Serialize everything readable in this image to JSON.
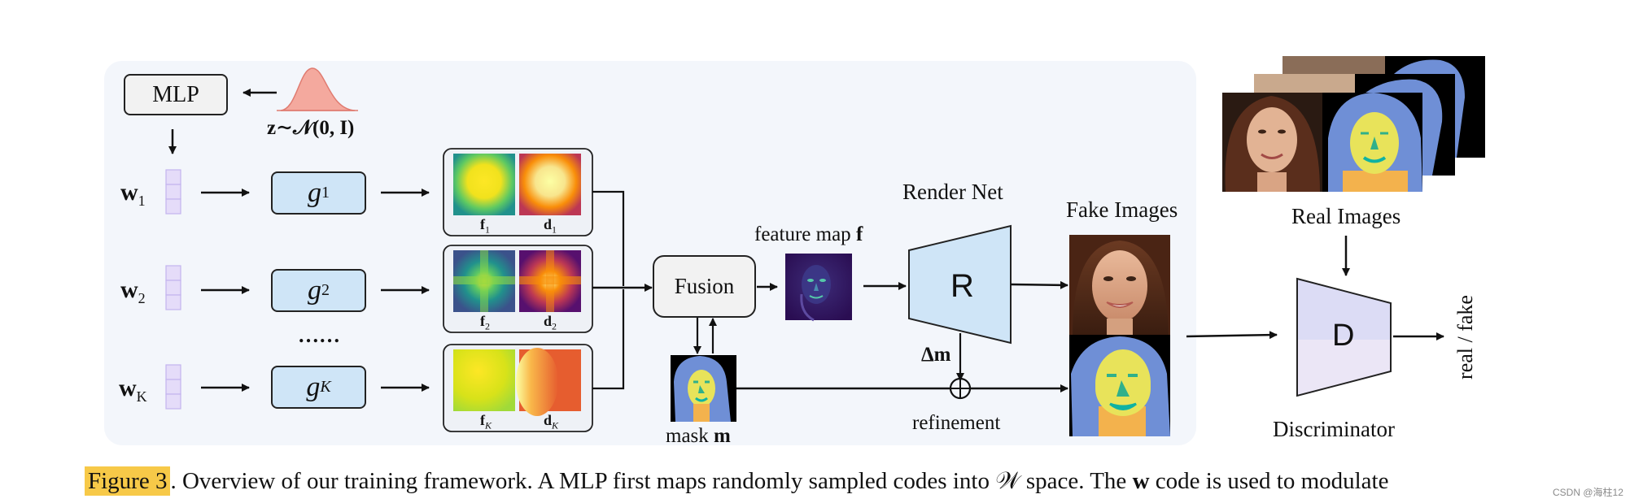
{
  "diagram": {
    "mlp_label": "MLP",
    "z_label": "z∼𝒩(0, I)",
    "w_labels": [
      "w",
      "w",
      "w"
    ],
    "w_subs": [
      "1",
      "2",
      "K"
    ],
    "g_labels": [
      "g",
      "g",
      "g"
    ],
    "g_subs": [
      "1",
      "2",
      "K"
    ],
    "dots": "……",
    "f_labels": [
      "f",
      "f",
      "f"
    ],
    "f_subs": [
      "1",
      "2",
      "K"
    ],
    "d_labels": [
      "d",
      "d",
      "d"
    ],
    "d_subs": [
      "1",
      "2",
      "K"
    ],
    "fusion_label": "Fusion",
    "feature_map_label": "feature map",
    "feature_map_symbol": "f",
    "mask_label": "mask",
    "mask_symbol": "m",
    "render_net_label": "Render Net",
    "render_R": "R",
    "delta_m": "Δm",
    "refinement_label": "refinement",
    "fake_images_label": "Fake Images",
    "real_images_label": "Real Images",
    "discriminator_label": "Discriminator",
    "discriminator_D": "D",
    "output_label": "real / fake"
  },
  "caption": {
    "figure_label": "Figure 3",
    "text": ". Overview of our training framework. A MLP first maps randomly sampled codes into 𝒲 space. The ",
    "bold_w": "w",
    "text_end": " code is used to modulate"
  },
  "watermark": "CSDN @海柱12",
  "colors": {
    "panel_bg": "#f3f6fb",
    "g_box": "#cfe5f7",
    "render_fill": "#cfe5f7",
    "disc_top": "#dcdcf5",
    "disc_bottom": "#ebe6f6",
    "gaussian": "#f4a99e",
    "caption_highlight": "#f7c948",
    "skin": "#e8e35a",
    "hair": "#6f8fd6",
    "neck": "#f3b24d"
  }
}
